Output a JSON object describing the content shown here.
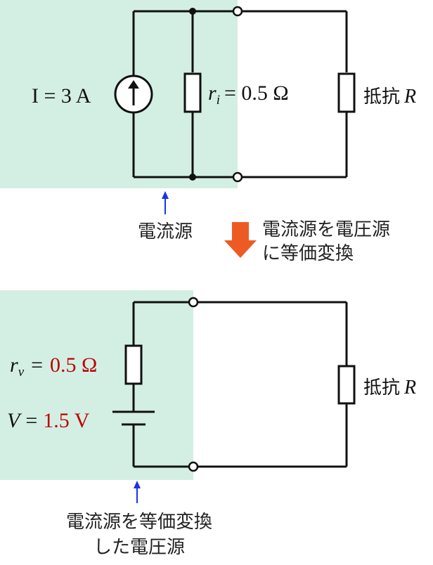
{
  "top": {
    "current_source_label": "I = 3 A",
    "internal_resistance_sym": "r",
    "internal_resistance_sub": "i",
    "internal_resistance_value": "= 0.5 Ω",
    "load_label_jp": "抵抗",
    "load_label_sym": "R",
    "region_caption": "電流源"
  },
  "transform": {
    "line1": "電流源を電圧源",
    "line2": "に等価変換"
  },
  "bottom": {
    "resistance_sym": "r",
    "resistance_sub": "v",
    "resistance_eq": "=",
    "resistance_value": "0.5 Ω",
    "voltage_sym": "V",
    "voltage_eq": "=",
    "voltage_value": "1.5 V",
    "load_label_jp": "抵抗",
    "load_label_sym": "R",
    "caption_line1": "電流源を等価変換",
    "caption_line2": "した電圧源"
  },
  "colors": {
    "region_fill": "#d3efe4",
    "wire": "#111111",
    "value_red": "#c00000",
    "arrow_blue": "#1a33e6",
    "transform_arrow": "#ee5a24"
  }
}
